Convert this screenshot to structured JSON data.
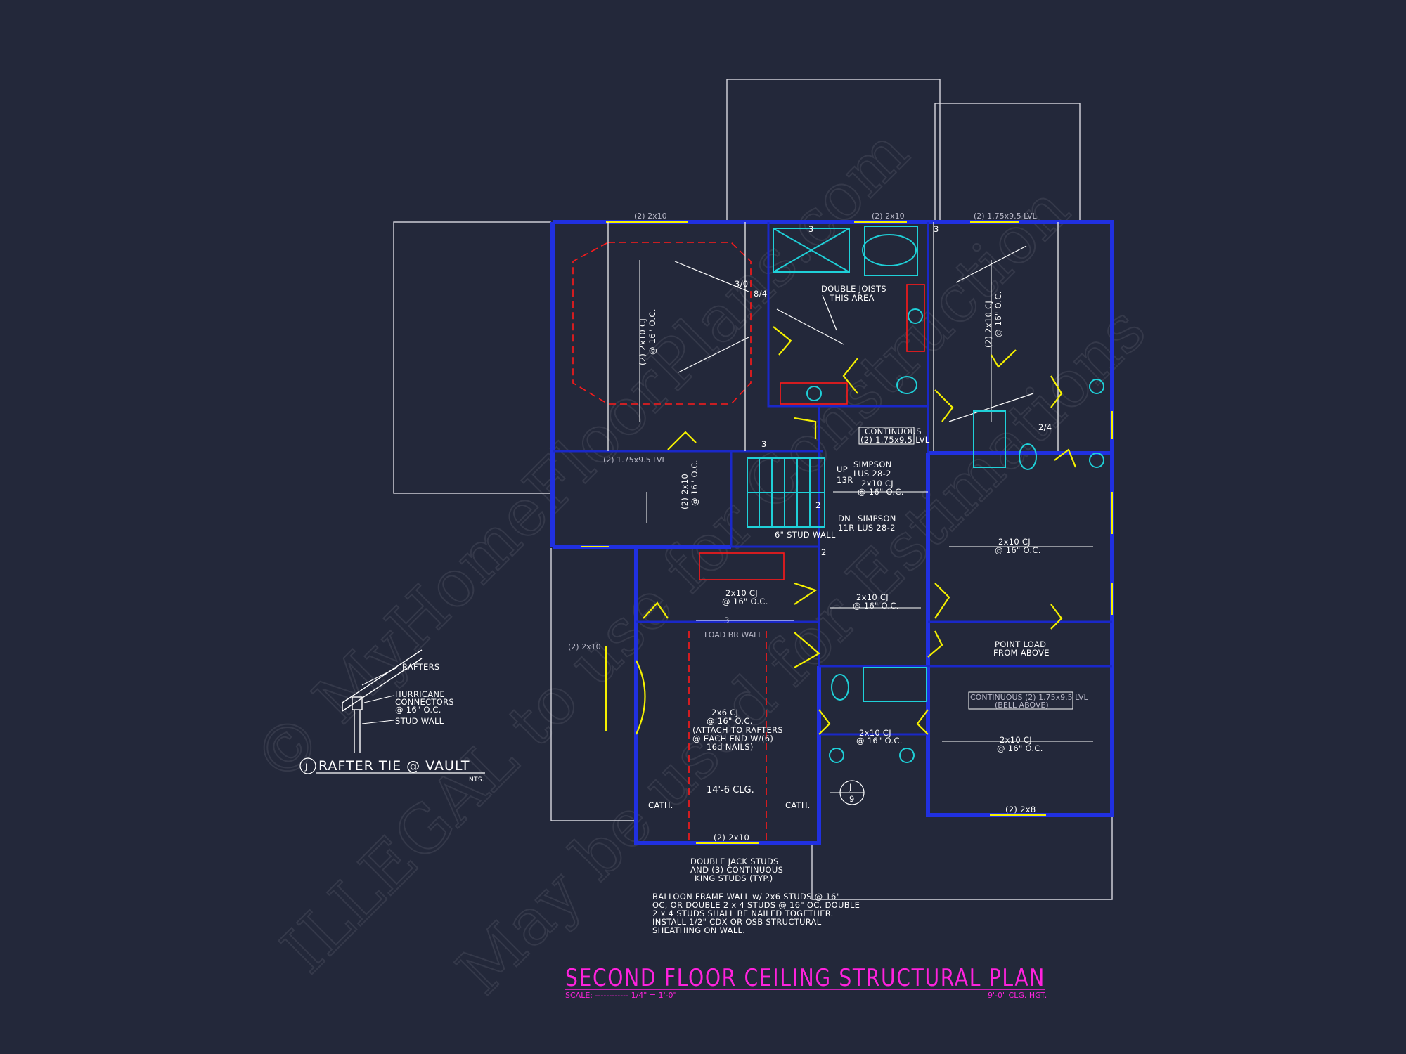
{
  "title": "SECOND FLOOR CEILING STRUCTURAL PLAN",
  "scale_label": "SCALE: ------------ 1/4\" = 1'-0\"",
  "ceiling_height": "9'-0\" CLG. HGT.",
  "watermark": {
    "line1": "© MyHomeFloorPlans.com",
    "line2": "ILLEGAL to use for Construction",
    "line3": "May be used for Estimations"
  },
  "detail": {
    "tag": "J",
    "title": "RAFTER TIE @ VAULT",
    "nts": "NTS.",
    "rafters": "RAFTERS",
    "hurricane_1": "HURRICANE",
    "hurricane_2": "CONNECTORS",
    "hurricane_3": "@ 16\" O.C.",
    "stud_wall": "STUD WALL"
  },
  "section_marker": {
    "letter": "J",
    "sheet": "9"
  },
  "labels": {
    "cj_left_1": "(2) 2x10 CJ",
    "cj_left_2": "@ 16\" O.C.",
    "cj_right_1": "(2) 2x10 CJ",
    "cj_right_2": "@ 16\" O.C.",
    "cj_mid_1": "2x10 CJ",
    "cj_mid_2": "@ 16\" O.C.",
    "double_joists_1": "DOUBLE JOISTS",
    "double_joists_2": "THIS AREA",
    "angle_a": "3/0",
    "angle_b": "8/4",
    "angle_c": "2/4",
    "num_3a": "3",
    "num_3b": "3",
    "num_3c": "3",
    "num_3d": "3",
    "num_2a": "2",
    "num_2b": "2",
    "continuous_1": "CONTINUOUS",
    "continuous_2": "(2) 1.75x9.5 LVL",
    "lvl_small": "(2) 1.75x9.5 LVL",
    "simpson1_1": "SIMPSON",
    "simpson1_2": "LUS 28-2",
    "simpson2_1": "SIMPSON",
    "simpson2_2": "LUS 28-2",
    "up": "UP",
    "up_num": "13R",
    "dn": "DN",
    "dn_num": "11R",
    "cj_hall_1": "2x10 CJ",
    "cj_hall_2": "@ 16\" O.C.",
    "cj_hall2_1": "2x10 CJ",
    "cj_hall2_2": "@ 16\" O.C.",
    "stud_wall_6": "6\" STUD WALL",
    "cj_bed2_1": "2x10 CJ",
    "cj_bed2_2": "@ 16\" O.C.",
    "cj_closet_1": "2x10 CJ",
    "cj_closet_2": "@ 16\" O.C.",
    "cj_stair_1": "2x10 CJ",
    "cj_stair_2": "@ 16\" O.C.",
    "point_load_1": "POINT LOAD",
    "point_load_2": "FROM ABOVE",
    "continuous_b_1": "CONTINUOUS (2) 1.75x9.5 LVL",
    "continuous_b_2": "(BELL ABOVE)",
    "cj_bath_1": "2x10 CJ",
    "cj_bath_2": "@ 16\" O.C.",
    "cj_bed3_1": "2x10 CJ",
    "cj_bed3_2": "@ 16\" O.C.",
    "header_2x8": "(2) 2x8",
    "load_wall": "LOAD BR WALL",
    "cj_vault_1": "2x6 CJ",
    "cj_vault_2": "@ 16\" O.C.",
    "cj_vault_3": "(ATTACH TO RAFTERS",
    "cj_vault_4": "@ EACH END W/(6)",
    "cj_vault_5": "16d NAILS)",
    "clg": "14'-6 CLG.",
    "cath_left": "CATH.",
    "cath_right": "CATH.",
    "header_2x10": "(2) 2x10",
    "jack_1": "DOUBLE JACK STUDS",
    "jack_2": "AND (3) CONTINUOUS",
    "jack_3": "KING STUDS (TYP.)",
    "balloon_1": "BALLOON FRAME WALL w/ 2x6 STUDS @ 16\"",
    "balloon_2": "OC, OR DOUBLE 2 x 4 STUDS @ 16\" OC. DOUBLE",
    "balloon_3": "2 x 4 STUDS SHALL BE NAILED TOGETHER.",
    "balloon_4": "INSTALL 1/2\" CDX OR OSB STRUCTURAL",
    "balloon_5": "SHEATHING ON WALL.",
    "small_hdr_1": "(2) 1.75x9.5 LVL",
    "small_hdr_2": "(2) 2x10",
    "small_hdr_3": "(2) 2x10",
    "small_hdr_4": "(2) 2x10",
    "left_box_1": "(2) 2x10",
    "left_box_2": "@ 16\" O.C."
  }
}
